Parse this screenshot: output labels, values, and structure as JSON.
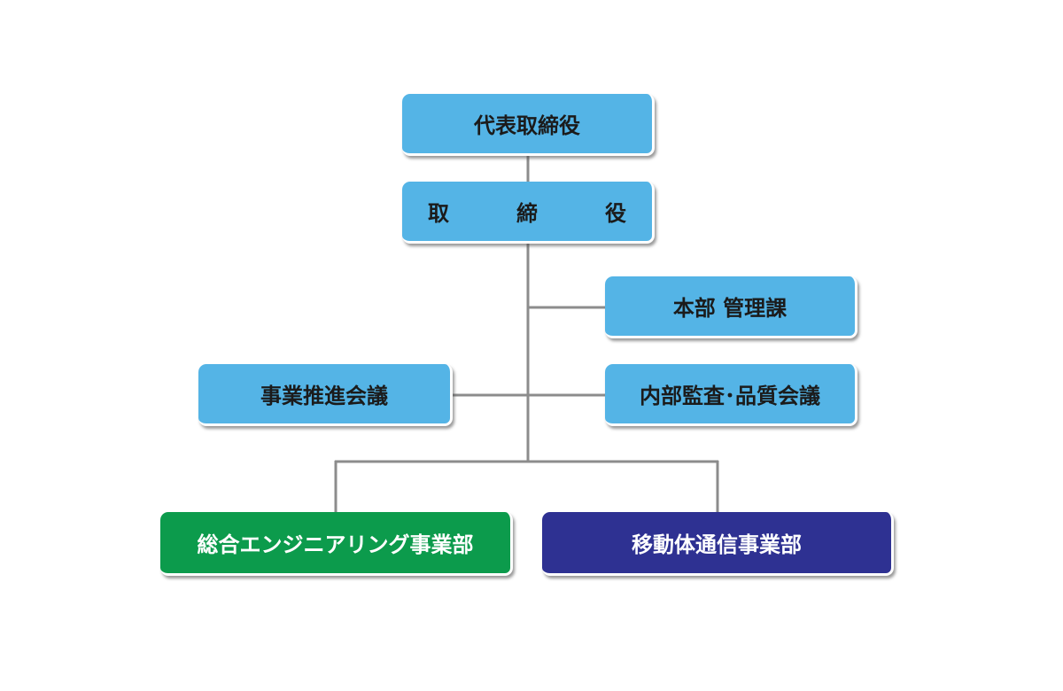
{
  "org_chart": {
    "nodes": {
      "ceo": "代表取締役",
      "board": "取　締　役",
      "admin": "本部 管理課",
      "business_council": "事業推進会議",
      "audit_quality": "内部監査･品質会議",
      "engineering_division": "総合エンジニアリング事業部",
      "mobile_division": "移動体通信事業部"
    }
  },
  "colors": {
    "staff_box": "#54b4e6",
    "engineering_box": "#0c9b4c",
    "mobile_box": "#2e3192",
    "connector_line": "#8c8c8c"
  }
}
